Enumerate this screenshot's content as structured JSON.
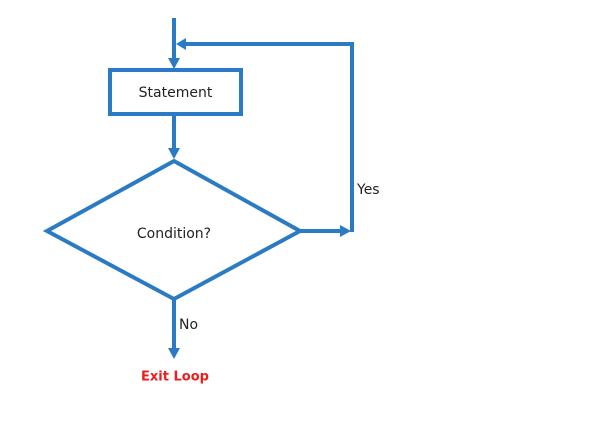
{
  "nodes": {
    "statement": {
      "label": "Statement"
    },
    "condition": {
      "label": "Condition?"
    },
    "exit": {
      "label": "Exit Loop"
    }
  },
  "edges": {
    "yes": {
      "label": "Yes"
    },
    "no": {
      "label": "No"
    }
  },
  "colors": {
    "line": "#2a7bc4",
    "exit_text": "#ee1c1c"
  }
}
